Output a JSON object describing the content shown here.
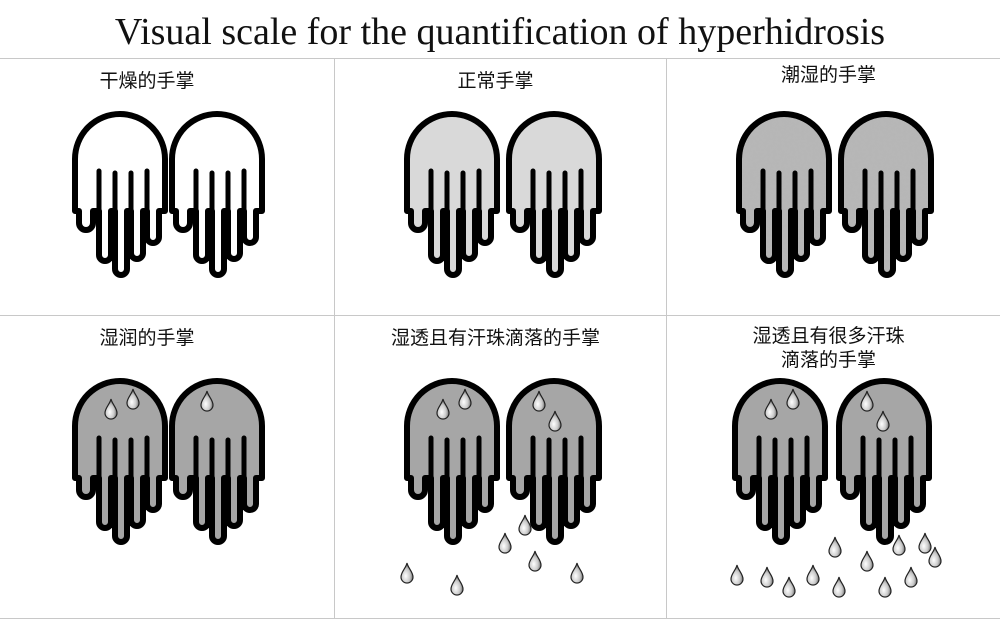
{
  "title": "Visual scale for the quantification of hyperhidrosis",
  "panels": [
    {
      "label": "干燥的手掌",
      "fill": "#ffffff",
      "texture": false,
      "palm_drops": 0,
      "falling_drops": 0
    },
    {
      "label": "正常手掌",
      "fill": "#d9d9d9",
      "texture": false,
      "palm_drops": 0,
      "falling_drops": 0
    },
    {
      "label": "潮湿的手掌",
      "fill": "#b8b8b8",
      "texture": true,
      "palm_drops": 0,
      "falling_drops": 0
    },
    {
      "label": "湿润的手掌",
      "fill": "#a6a6a6",
      "texture": false,
      "palm_drops": 3,
      "falling_drops": 0
    },
    {
      "label": "湿透且有汗珠滴落的手掌",
      "fill": "#a6a6a6",
      "texture": false,
      "palm_drops": 4,
      "falling_drops": 6
    },
    {
      "label_lines": [
        "湿透且有很多汗珠",
        "滴落的手掌"
      ],
      "fill": "#a6a6a6",
      "texture": false,
      "palm_drops": 4,
      "falling_drops": 12
    }
  ]
}
